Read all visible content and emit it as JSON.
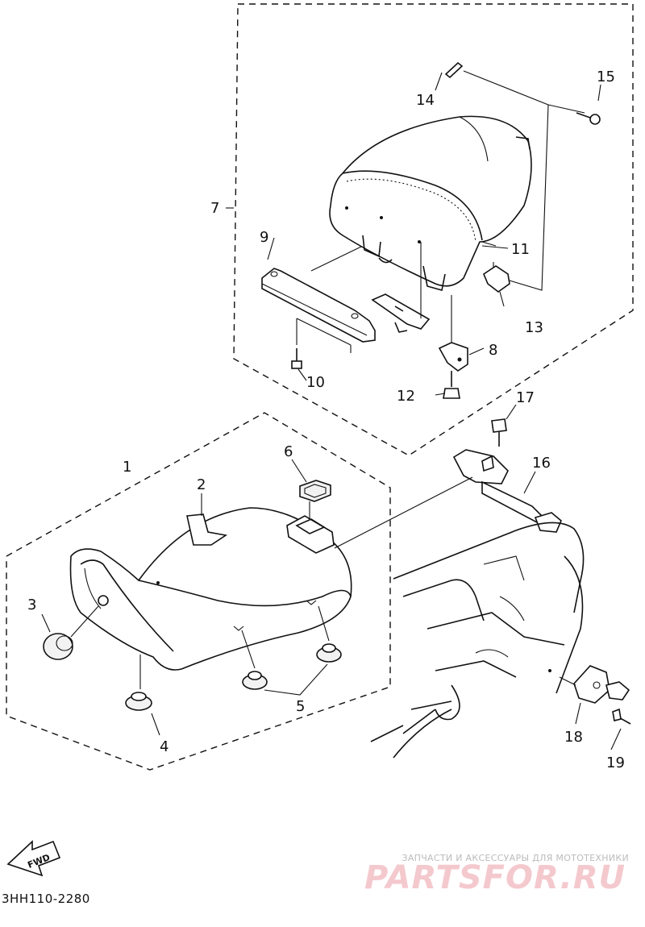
{
  "diagram": {
    "code": "3HH110-2280",
    "direction_label": "FWD",
    "part_numbers": [
      "1",
      "2",
      "3",
      "4",
      "5",
      "6",
      "7",
      "8",
      "9",
      "10",
      "11",
      "12",
      "13",
      "14",
      "15",
      "16",
      "17",
      "18",
      "19"
    ]
  },
  "watermark": {
    "caption": "ЗАПЧАСТИ И АКСЕССУАРЫ ДЛЯ МОТОТЕХНИКИ",
    "logo_text": "PARTSFOR.RU",
    "color": "#e88a95"
  },
  "colors": {
    "ink": "#111111",
    "background": "#ffffff"
  }
}
